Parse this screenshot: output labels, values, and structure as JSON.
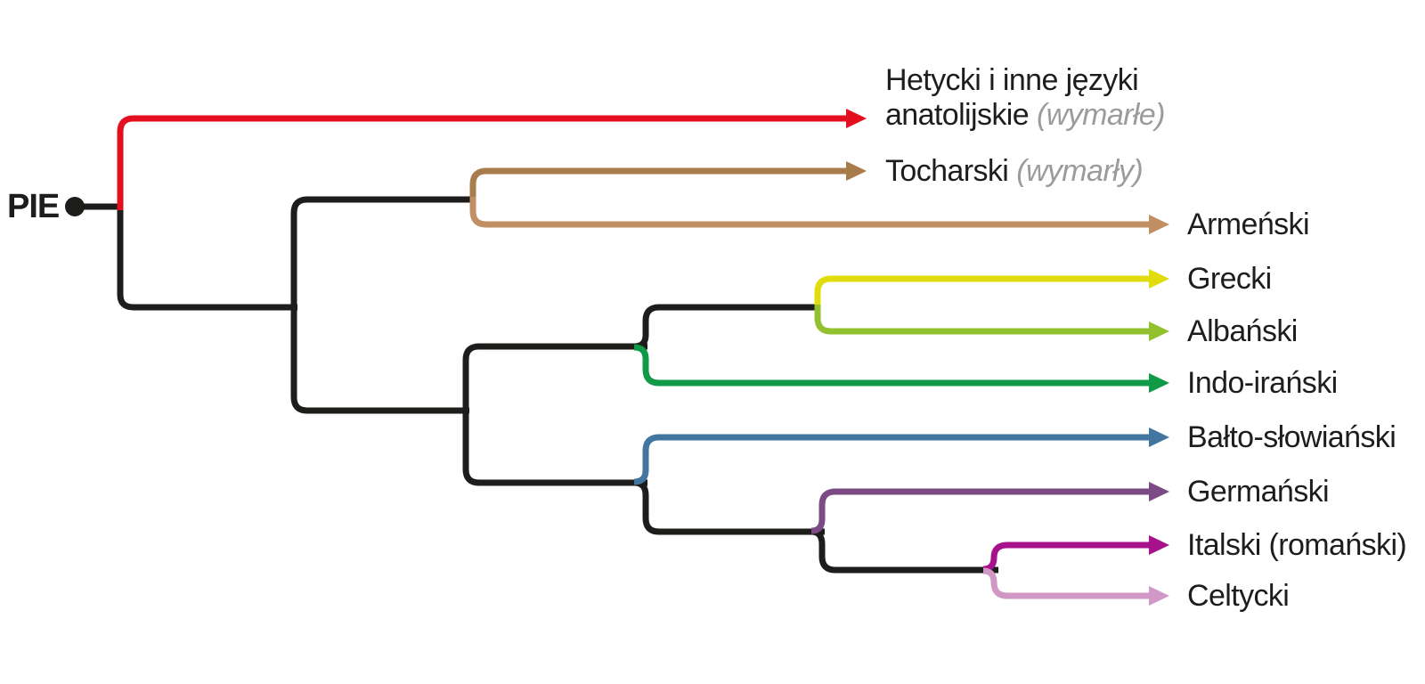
{
  "diagram": {
    "type": "phylogenetic-language-tree",
    "root_label": "PIE",
    "line_color": "#1d1d1b",
    "text_color": "#1d1d1b",
    "note_color": "#9b9b9a",
    "branches": [
      {
        "id": "anatolian",
        "label_line1": "Hetycki i inne języki",
        "label_line2": "anatolijskie",
        "note": "(wymarłe)",
        "color": "#e30f1e"
      },
      {
        "id": "tocharian",
        "label": "Tocharski",
        "note": "(wymarły)",
        "color": "#a97c4e"
      },
      {
        "id": "armenian",
        "label": "Armeński",
        "color": "#c09064"
      },
      {
        "id": "greek",
        "label": "Grecki",
        "color": "#e1dc0e"
      },
      {
        "id": "albanian",
        "label": "Albański",
        "color": "#93c02f"
      },
      {
        "id": "indo_iranian",
        "label": "Indo-irański",
        "color": "#109a48"
      },
      {
        "id": "balto_slavic",
        "label": "Bałto-słowiański",
        "color": "#42759f"
      },
      {
        "id": "germanic",
        "label": "Germański",
        "color": "#7c4a85"
      },
      {
        "id": "italic",
        "label": "Italski (romański)",
        "color": "#a5128c"
      },
      {
        "id": "celtic",
        "label": "Celtycki",
        "color": "#d197c5"
      }
    ]
  }
}
